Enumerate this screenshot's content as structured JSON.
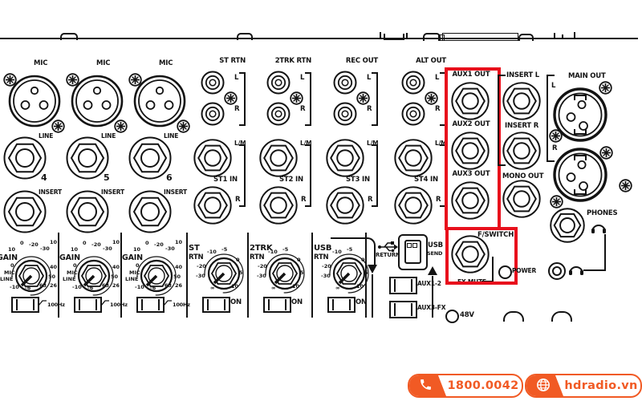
{
  "shared": {
    "mic": "MIC",
    "line": "LINE",
    "insert": "INSERT",
    "l": "L",
    "r": "R",
    "lm": "L/M",
    "rtn": "RTN",
    "on": "ON",
    "gain": "GAIN",
    "hpf": "100Hz"
  },
  "mic_channels": [
    {
      "number": "4"
    },
    {
      "number": "5"
    },
    {
      "number": "6"
    }
  ],
  "rca_groups": [
    {
      "title": "ST RTN"
    },
    {
      "title": "2TRK RTN"
    },
    {
      "title": "REC OUT"
    },
    {
      "title": "ALT OUT"
    }
  ],
  "stereo_inputs": [
    {
      "name": "ST1 IN"
    },
    {
      "name": "ST2 IN"
    },
    {
      "name": "ST3 IN"
    },
    {
      "name": "ST4 IN"
    }
  ],
  "aux_outputs": [
    {
      "label": "AUX1 OUT"
    },
    {
      "label": "AUX2 OUT"
    },
    {
      "label": "AUX3 OUT"
    }
  ],
  "gain_scale": [
    "0",
    "-20",
    "-30",
    "10",
    "40",
    "50",
    "63",
    "26",
    "10",
    "0",
    "MIC",
    "LINE",
    "-10",
    "-6"
  ],
  "rtn_scale": [
    "-10",
    "-5",
    "0",
    "5",
    "10",
    "∞",
    "-30",
    "-20"
  ],
  "rtn_strips": [
    {
      "title": "ST"
    },
    {
      "title": "2TRK"
    },
    {
      "title": "USB"
    }
  ],
  "insert_out": {
    "l": "INSERT L",
    "r": "INSERT R",
    "mono": "MONO OUT"
  },
  "main_out": {
    "title": "MAIN OUT",
    "l": "L",
    "r": "R"
  },
  "phones": {
    "label": "PHONES"
  },
  "fswitch": {
    "label": "F/SWITCH",
    "fx_mute": "FX MUTE"
  },
  "power": {
    "label": "POWER",
    "phantom": "48V"
  },
  "usb": {
    "label": "USB",
    "send": "SEND",
    "return": "RETURN",
    "aux12": "AUX1-2",
    "aux3fx": "AUX3-FX"
  },
  "watermark": {
    "phone": "1800.0042",
    "site": "hdradio.vn"
  },
  "colors": {
    "highlight_red": "#e8101c",
    "brand_orange": "#f15a24",
    "ink": "#131313"
  }
}
